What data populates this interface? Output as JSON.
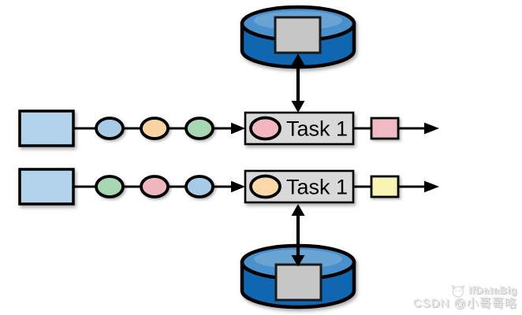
{
  "diagram": {
    "task_box_fill": "#d9d9d9",
    "line_color": "#000000",
    "database": {
      "body_color": "#1066b1",
      "top_color": "#4a90cc",
      "square_fill": "#c6c6c6"
    },
    "pipelines": [
      {
        "source_color": "#b3d3ec",
        "records": [
          "#a8cbe8",
          "#fbd4a4",
          "#a8d8b2"
        ],
        "task": {
          "label": "Task 1",
          "state_color": "#f1b6c0"
        },
        "output_color": "#efbac4"
      },
      {
        "source_color": "#b3d3ec",
        "records": [
          "#a8d8b2",
          "#efb6bd",
          "#a8cbe8"
        ],
        "task": {
          "label": "Task 1",
          "state_color": "#fcd7a9"
        },
        "output_color": "#f9f3b5"
      }
    ]
  },
  "watermark": {
    "brand": "IfDataBig",
    "credit": "CSDN @小哥哥咯"
  }
}
